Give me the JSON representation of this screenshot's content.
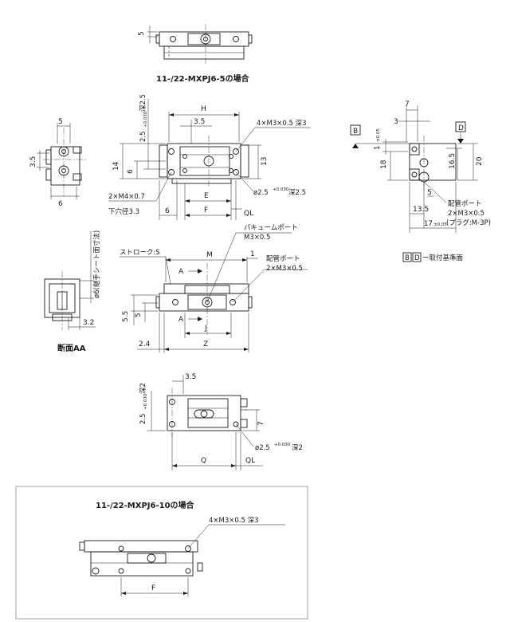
{
  "captions": {
    "stroke5": "11-/22-MXPJ6-5の場合",
    "section": "断面AA",
    "stroke10": "11-/22-MXPJ6-10の場合"
  },
  "dims": {
    "H": "H",
    "E": "E",
    "F": "F",
    "QL": "QL",
    "M": "M",
    "J": "J",
    "Z": "Z",
    "Q": "Q",
    "A": "A",
    "d3_5": "3.5",
    "d5": "5",
    "d6": "6",
    "d14": "14",
    "d13": "13",
    "d18": "18",
    "d16_5": "16.5",
    "d20": "20",
    "d7": "7",
    "d3": "3",
    "d1": "1",
    "d13_5": "13.5",
    "d17": "17",
    "d5_5": "5.5",
    "d2_4": "2.4",
    "d3_2": "3.2",
    "d2_5": "2.5",
    "tol005": "±0.05",
    "tol030": "+0.030",
    "tol0": "0",
    "phi": "ø2.5",
    "depth2_5": "深2.5",
    "depth2": "深2",
    "d2_5_depth2_5": "2.5",
    "d2_5_depth2": "2.5"
  },
  "notes": {
    "m3_depth3": "4×M3×0.5 深3",
    "m4": "2×M4×0.7",
    "hole_bottom": "下穴径3.3",
    "vacuum_port": "バキュームポート",
    "m3": "M3×0.5",
    "piping_port": "配管ポート",
    "m3x2": "2×M3×0.5",
    "plug": "(プラグ:M-3P)",
    "stroke": "ストローク:S",
    "fitting": "ø6(継手シート面寸法)",
    "mounting": "ー取付基準面",
    "B": "B",
    "D": "D"
  }
}
